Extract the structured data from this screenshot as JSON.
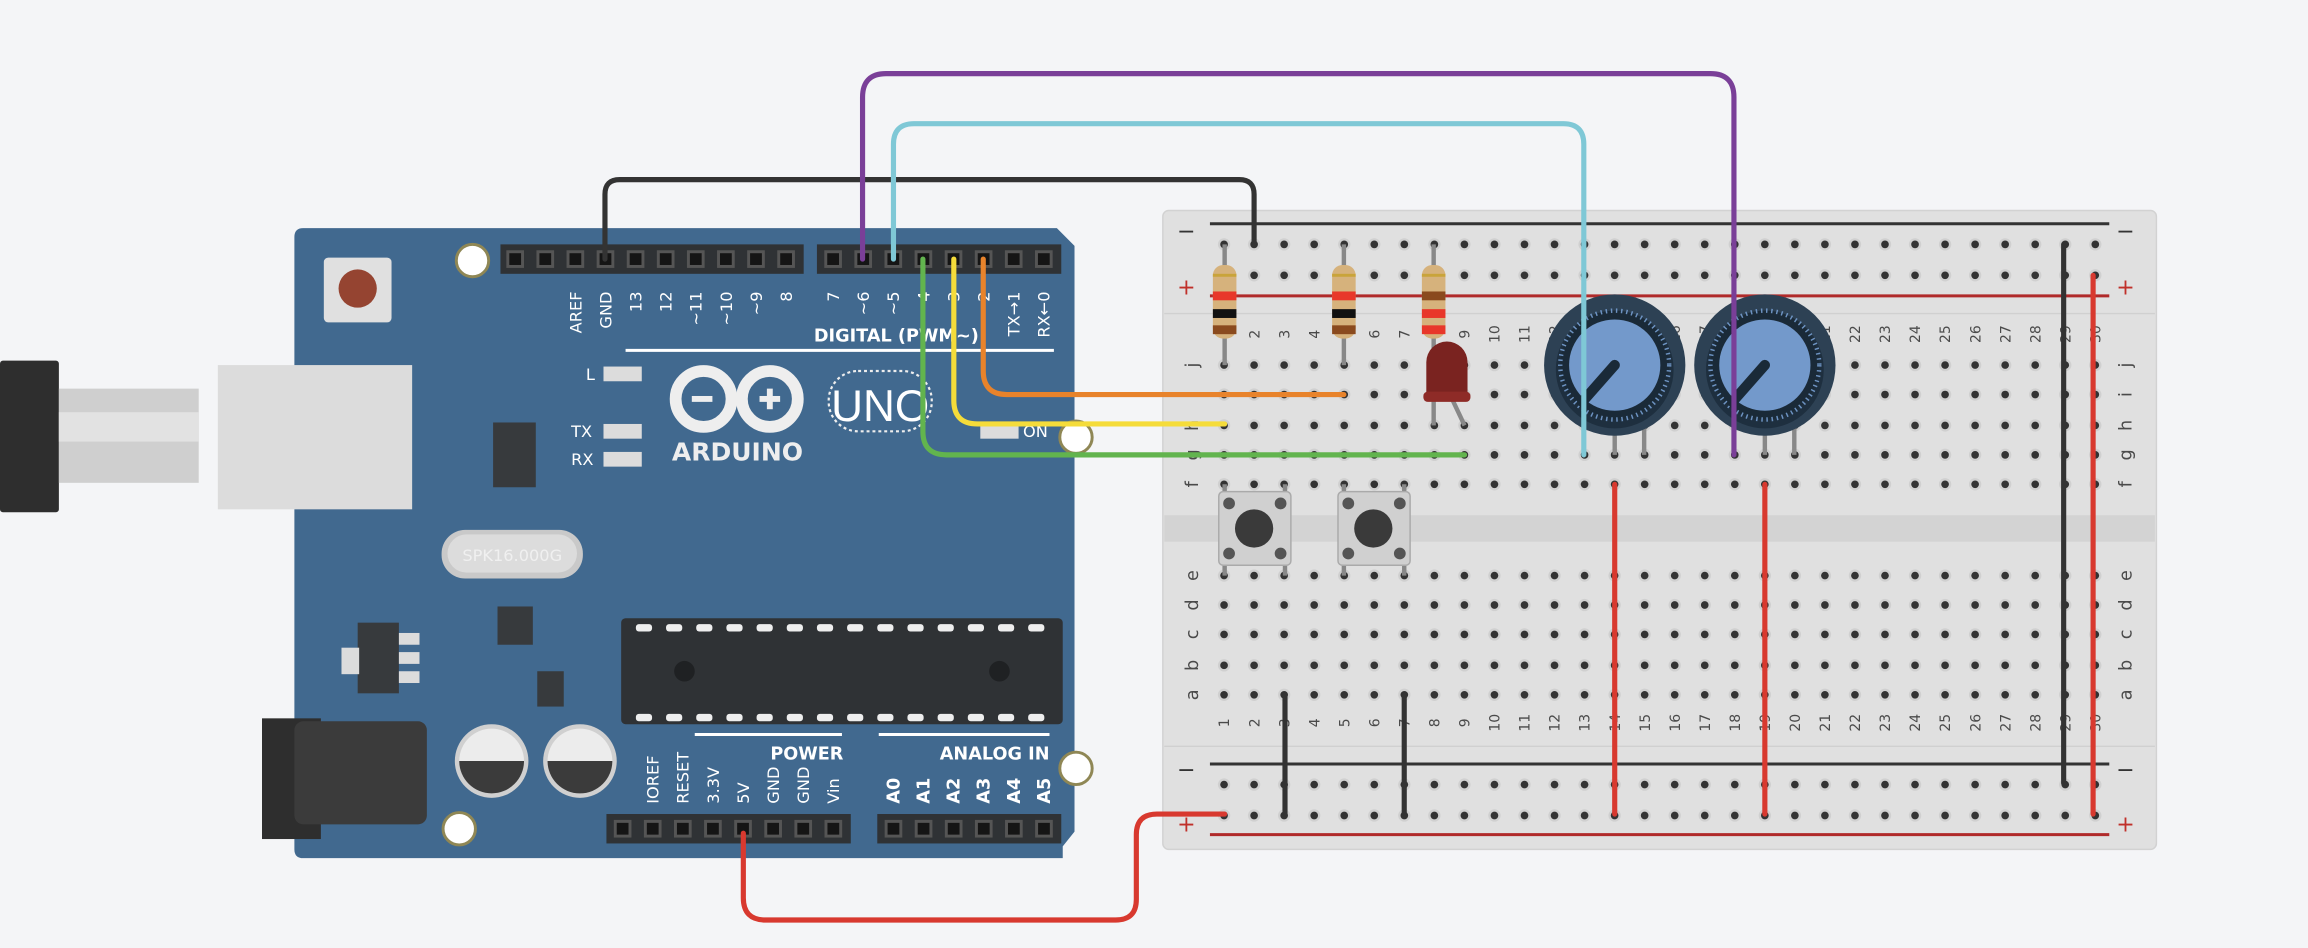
{
  "colors": {
    "board": "#41698f",
    "breadboard": "#e0e0e0",
    "canvas": "#f4f5f7"
  },
  "wires": {
    "black": "#333333",
    "purple": "#7a3f98",
    "cyan": "#7fc8d6",
    "green": "#62b44e",
    "yellow": "#f5dc3a",
    "orange": "#e8832b",
    "red": "#d8392f"
  },
  "arduino": {
    "brand": "ARDUINO",
    "model": "UNO",
    "digital_label": "DIGITAL (PWM~)",
    "power_label": "POWER",
    "analog_label": "ANALOG IN",
    "crystal": "SPK16.000G",
    "leds": {
      "l": "L",
      "tx": "TX",
      "rx": "RX",
      "on": "ON"
    },
    "top_left_pins": [
      "",
      "",
      "AREF",
      "GND",
      "13",
      "12",
      "~11",
      "~10",
      "~9",
      "8"
    ],
    "top_right_pins": [
      "7",
      "~6",
      "~5",
      "4",
      "~3",
      "2",
      "TX→1",
      "RX←0"
    ],
    "power_pins": [
      "",
      "IOREF",
      "RESET",
      "3.3V",
      "5V",
      "GND",
      "GND",
      "Vin"
    ],
    "analog_pins": [
      "A0",
      "A1",
      "A2",
      "A3",
      "A4",
      "A5"
    ]
  },
  "breadboard": {
    "column_numbers": [
      "1",
      "2",
      "3",
      "4",
      "5",
      "6",
      "7",
      "8",
      "9",
      "10",
      "11",
      "12",
      "13",
      "14",
      "15",
      "16",
      "17",
      "18",
      "19",
      "20",
      "21",
      "22",
      "23",
      "24",
      "25",
      "26",
      "27",
      "28",
      "29",
      "30"
    ],
    "top_rows": [
      "j",
      "i",
      "h",
      "g",
      "f"
    ],
    "bottom_rows": [
      "e",
      "d",
      "c",
      "b",
      "a"
    ],
    "rail_minus": "−",
    "rail_plus": "+"
  }
}
